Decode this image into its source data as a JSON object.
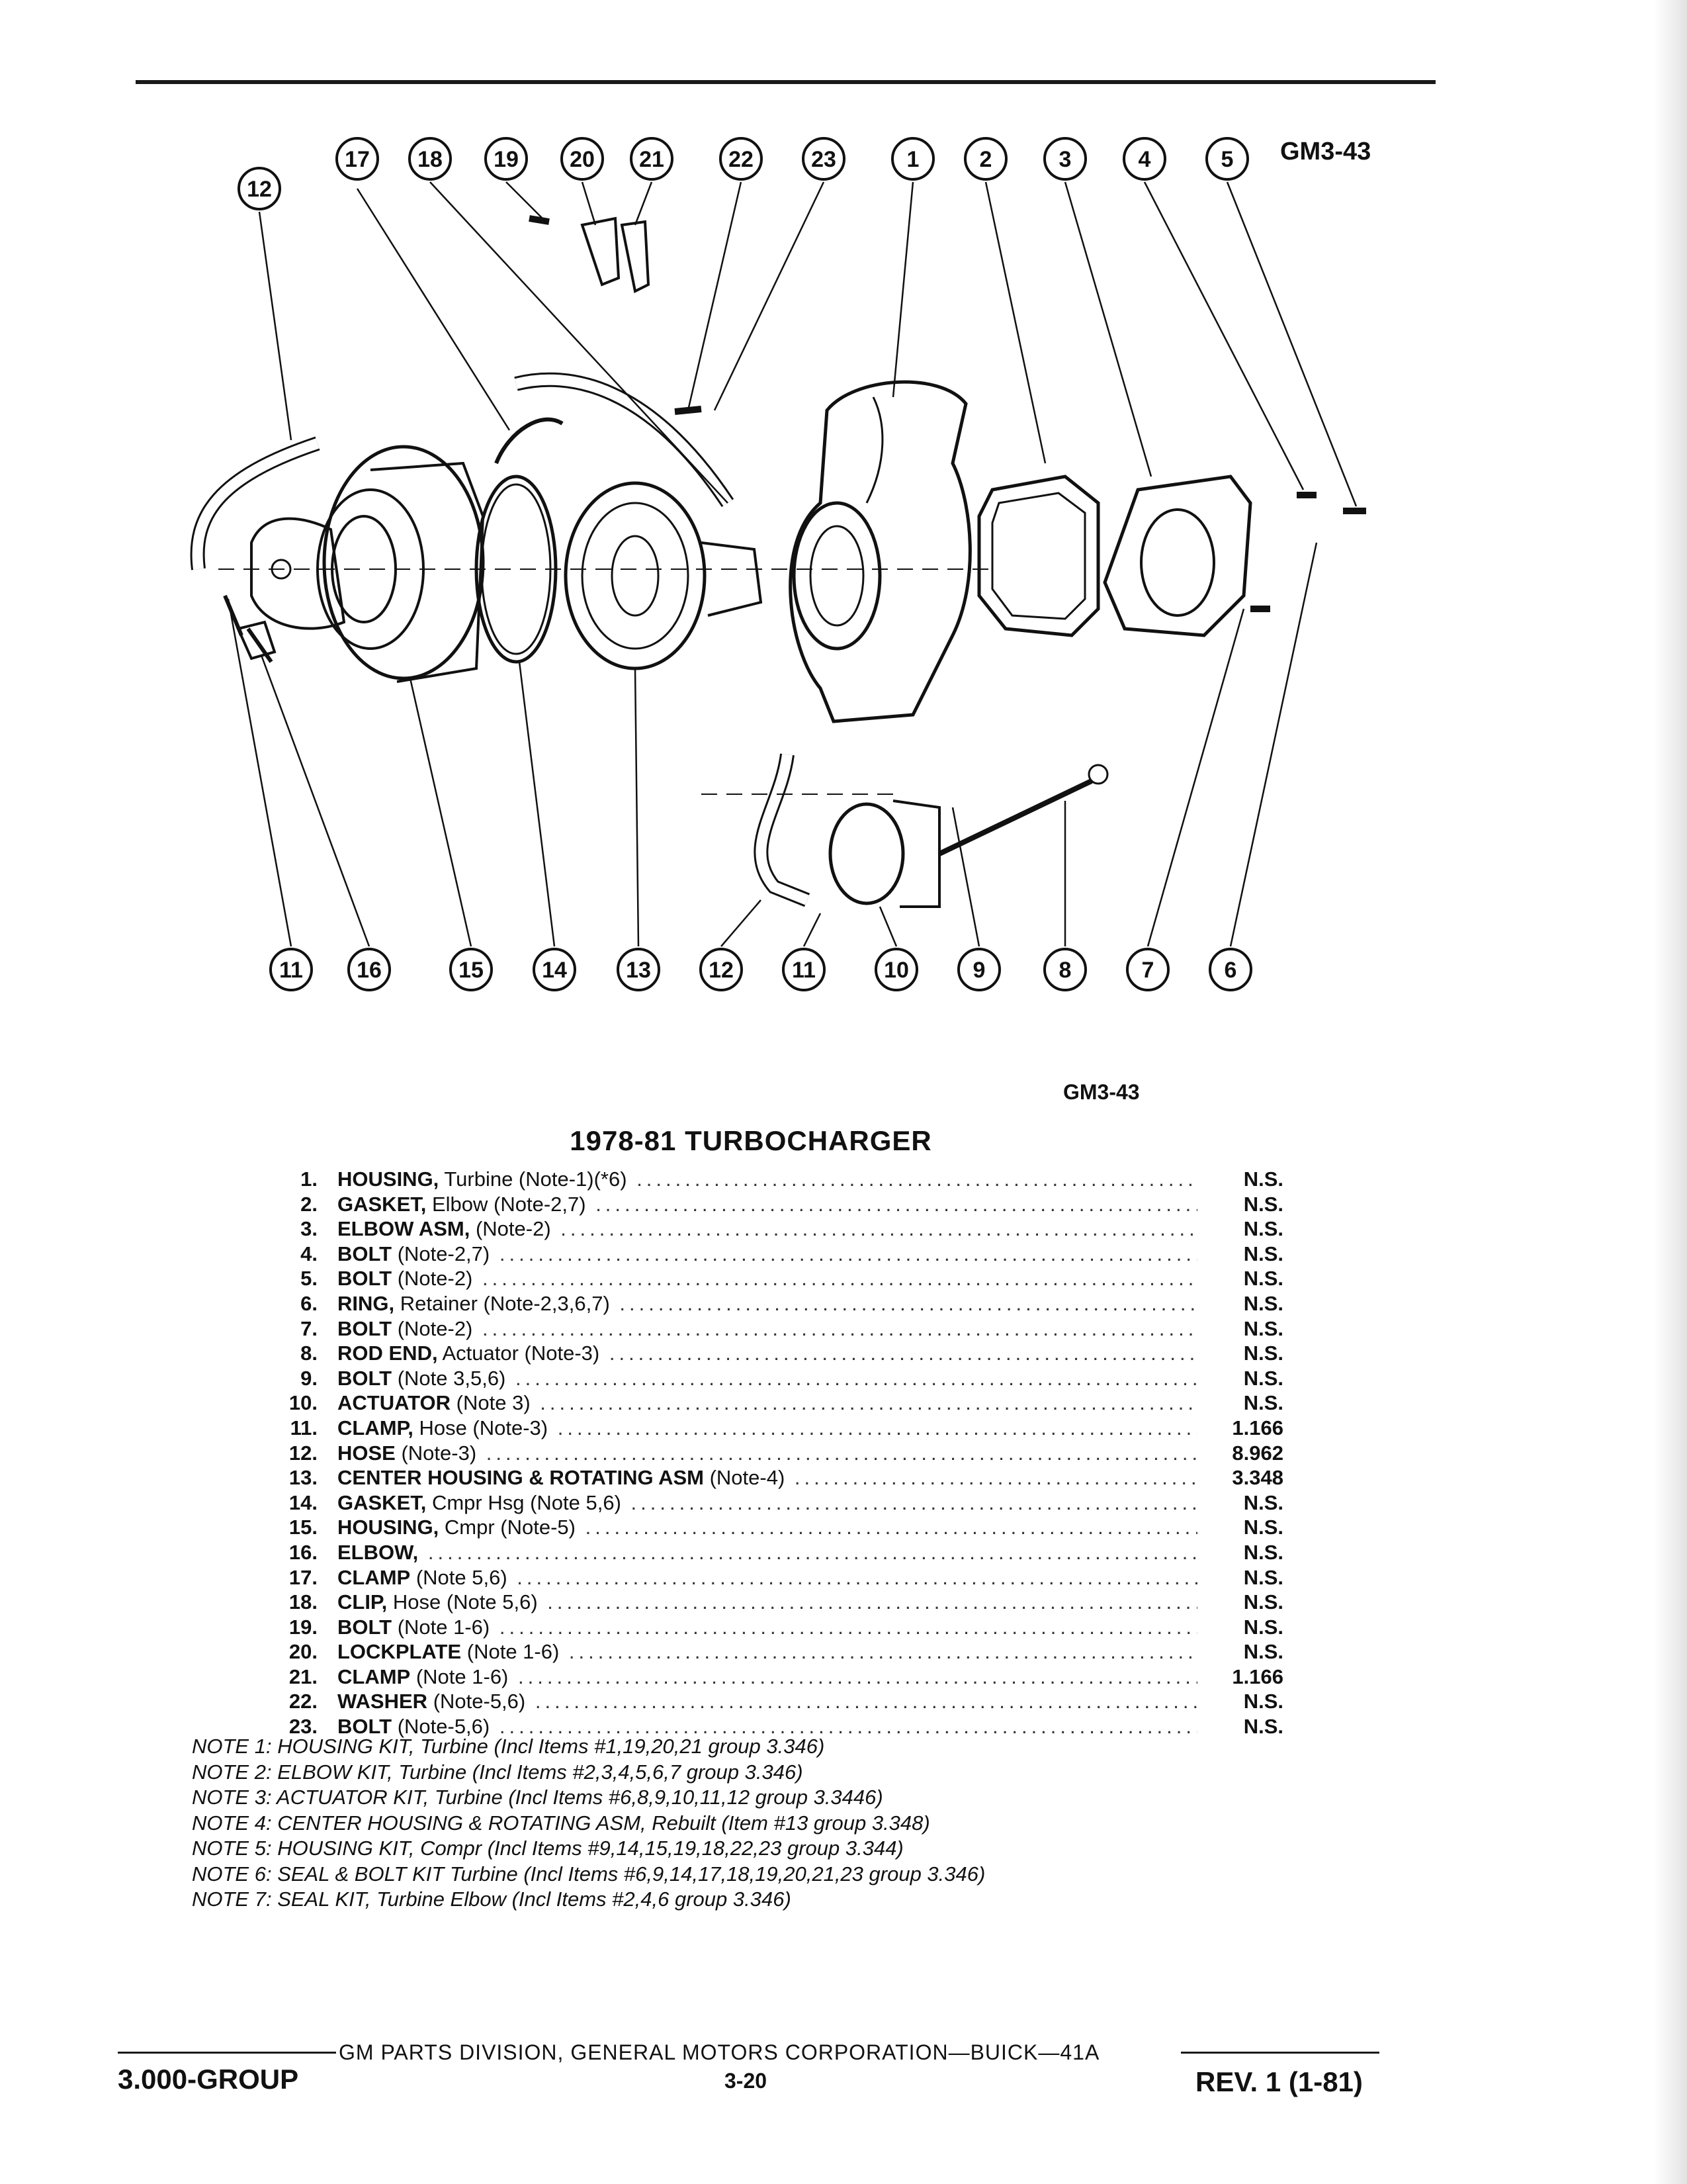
{
  "figure": {
    "id_top": "GM3-43",
    "id_bottom": "GM3-43",
    "callouts_top": [
      "12",
      "17",
      "18",
      "19",
      "20",
      "21",
      "22",
      "23",
      "1",
      "2",
      "3",
      "4",
      "5"
    ],
    "callouts_bottom": [
      "11",
      "16",
      "15",
      "14",
      "13",
      "12",
      "11",
      "10",
      "9",
      "8",
      "7",
      "6"
    ]
  },
  "title": "1978-81 TURBOCHARGER",
  "parts": [
    {
      "no": "1.",
      "name": "HOUSING,",
      "desc": " Turbine (Note-1)(*6)",
      "value": "N.S."
    },
    {
      "no": "2.",
      "name": "GASKET,",
      "desc": " Elbow (Note-2,7)",
      "value": "N.S."
    },
    {
      "no": "3.",
      "name": "ELBOW ASM,",
      "desc": " (Note-2)",
      "value": "N.S."
    },
    {
      "no": "4.",
      "name": "BOLT",
      "desc": " (Note-2,7)",
      "value": "N.S."
    },
    {
      "no": "5.",
      "name": "BOLT",
      "desc": " (Note-2)",
      "value": "N.S."
    },
    {
      "no": "6.",
      "name": "RING,",
      "desc": " Retainer (Note-2,3,6,7)",
      "value": "N.S."
    },
    {
      "no": "7.",
      "name": "BOLT",
      "desc": " (Note-2)",
      "value": "N.S."
    },
    {
      "no": "8.",
      "name": "ROD END,",
      "desc": " Actuator (Note-3)",
      "value": "N.S."
    },
    {
      "no": "9.",
      "name": "BOLT",
      "desc": " (Note 3,5,6)",
      "value": "N.S."
    },
    {
      "no": "10.",
      "name": "ACTUATOR",
      "desc": " (Note 3)",
      "value": "N.S."
    },
    {
      "no": "11.",
      "name": "CLAMP,",
      "desc": " Hose (Note-3)",
      "value": "1.166"
    },
    {
      "no": "12.",
      "name": "HOSE",
      "desc": " (Note-3)",
      "value": "8.962"
    },
    {
      "no": "13.",
      "name": "CENTER HOUSING & ROTATING ASM",
      "desc": " (Note-4)",
      "value": "3.348"
    },
    {
      "no": "14.",
      "name": "GASKET,",
      "desc": " Cmpr Hsg (Note 5,6)",
      "value": "N.S."
    },
    {
      "no": "15.",
      "name": "HOUSING,",
      "desc": " Cmpr (Note-5)",
      "value": "N.S."
    },
    {
      "no": "16.",
      "name": "ELBOW,",
      "desc": "",
      "value": "N.S."
    },
    {
      "no": "17.",
      "name": "CLAMP",
      "desc": " (Note 5,6)",
      "value": "N.S."
    },
    {
      "no": "18.",
      "name": "CLIP,",
      "desc": " Hose (Note 5,6)",
      "value": "N.S."
    },
    {
      "no": "19.",
      "name": "BOLT",
      "desc": " (Note 1-6)",
      "value": "N.S."
    },
    {
      "no": "20.",
      "name": "LOCKPLATE",
      "desc": " (Note 1-6)",
      "value": "N.S."
    },
    {
      "no": "21.",
      "name": "CLAMP",
      "desc": " (Note 1-6)",
      "value": "1.166"
    },
    {
      "no": "22.",
      "name": "WASHER",
      "desc": " (Note-5,6)",
      "value": "N.S."
    },
    {
      "no": "23.",
      "name": "BOLT",
      "desc": " (Note-5,6)",
      "value": "N.S."
    }
  ],
  "notes": [
    "NOTE 1: HOUSING KIT, Turbine (Incl Items #1,19,20,21 group 3.346)",
    "NOTE 2: ELBOW KIT, Turbine (Incl Items #2,3,4,5,6,7 group 3.346)",
    "NOTE 3: ACTUATOR KIT, Turbine (Incl Items #6,8,9,10,11,12 group 3.3446)",
    "NOTE 4: CENTER HOUSING & ROTATING ASM, Rebuilt (Item #13 group 3.348)",
    "NOTE 5: HOUSING KIT, Compr (Incl Items #9,14,15,19,18,22,23 group 3.344)",
    "NOTE 6: SEAL & BOLT KIT Turbine (Incl Items #6,9,14,17,18,19,20,21,23 group 3.346)",
    "NOTE 7: SEAL KIT, Turbine Elbow (Incl Items #2,4,6 group 3.346)"
  ],
  "footer": {
    "center": "GM PARTS DIVISION, GENERAL MOTORS CORPORATION—BUICK—41A",
    "left": "3.000-GROUP",
    "page": "3-20",
    "right": "REV. 1 (1-81)"
  }
}
